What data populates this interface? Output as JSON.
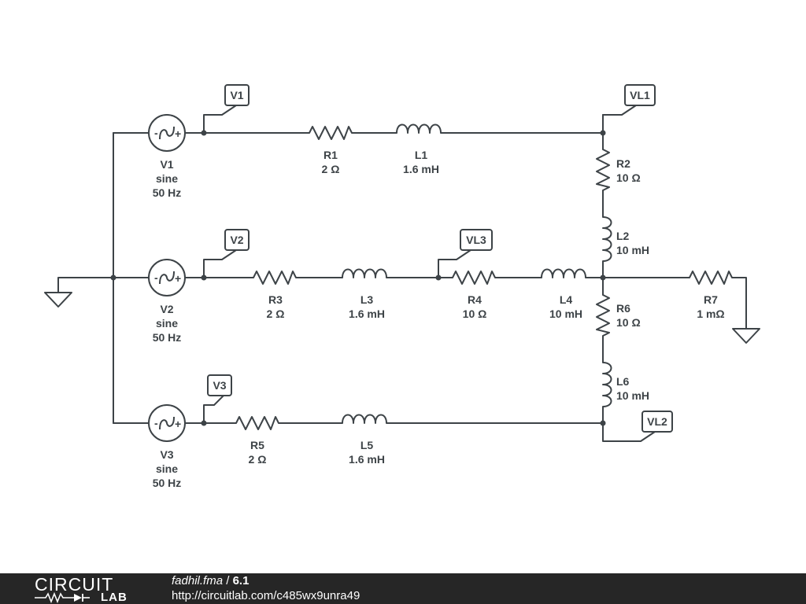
{
  "components": {
    "V1": {
      "name": "V1",
      "type": "sine",
      "freq": "50 Hz"
    },
    "V2": {
      "name": "V2",
      "type": "sine",
      "freq": "50 Hz"
    },
    "V3": {
      "name": "V3",
      "type": "sine",
      "freq": "50 Hz"
    },
    "R1": {
      "name": "R1",
      "value": "2 Ω"
    },
    "L1": {
      "name": "L1",
      "value": "1.6 mH"
    },
    "R3": {
      "name": "R3",
      "value": "2 Ω"
    },
    "L3": {
      "name": "L3",
      "value": "1.6 mH"
    },
    "R4": {
      "name": "R4",
      "value": "10 Ω"
    },
    "L4": {
      "name": "L4",
      "value": "10 mH"
    },
    "R5": {
      "name": "R5",
      "value": "2 Ω"
    },
    "L5": {
      "name": "L5",
      "value": "1.6 mH"
    },
    "R2": {
      "name": "R2",
      "value": "10 Ω"
    },
    "L2": {
      "name": "L2",
      "value": "10 mH"
    },
    "R6": {
      "name": "R6",
      "value": "10 Ω"
    },
    "L6": {
      "name": "L6",
      "value": "10 mH"
    },
    "R7": {
      "name": "R7",
      "value": "1 mΩ"
    }
  },
  "probes": {
    "V1": "V1",
    "V2": "V2",
    "V3": "V3",
    "VL1": "VL1",
    "VL2": "VL2",
    "VL3": "VL3"
  },
  "footer": {
    "logo_top": "CIRCUIT",
    "logo_bottom": "LAB",
    "filename": "fadhil.fma",
    "separator": "/",
    "version": "6.1",
    "url": "http://circuitlab.com/c485wx9unra49"
  },
  "colors": {
    "ink": "#3d4347",
    "footer_bg": "#262626"
  }
}
